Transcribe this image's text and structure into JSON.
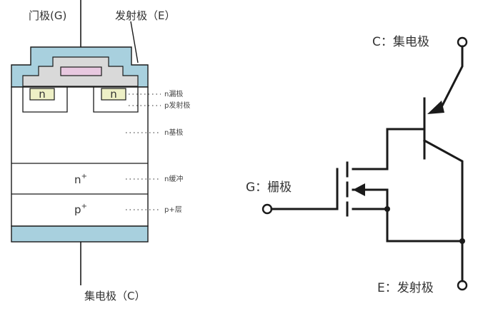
{
  "structure": {
    "gate_label": "门极(G)",
    "emitter_label": "发射极（E）",
    "collector_label": "集电极（C）",
    "n_left": "n",
    "n_right": "n",
    "n_plus_base": "n",
    "n_plus_sup": "+",
    "p_plus_base": "p",
    "p_plus_sup": "+",
    "annotations": {
      "n_source": "n漏极",
      "p_emitter": "p发射极",
      "n_base": "n基极",
      "n_buffer": "n缓冲",
      "p_layer": "p+层"
    }
  },
  "symbol": {
    "collector_label": "C：集电极",
    "gate_label": "G：栅极",
    "emitter_label": "E：发射极"
  },
  "colors": {
    "passivation": "#a8d0de",
    "metal_gray": "#d9d9d9",
    "poly": "#e8c8e0",
    "n_well": "#eef0c6",
    "collector_metal": "#a8d0de",
    "line": "#1a1a1a"
  }
}
